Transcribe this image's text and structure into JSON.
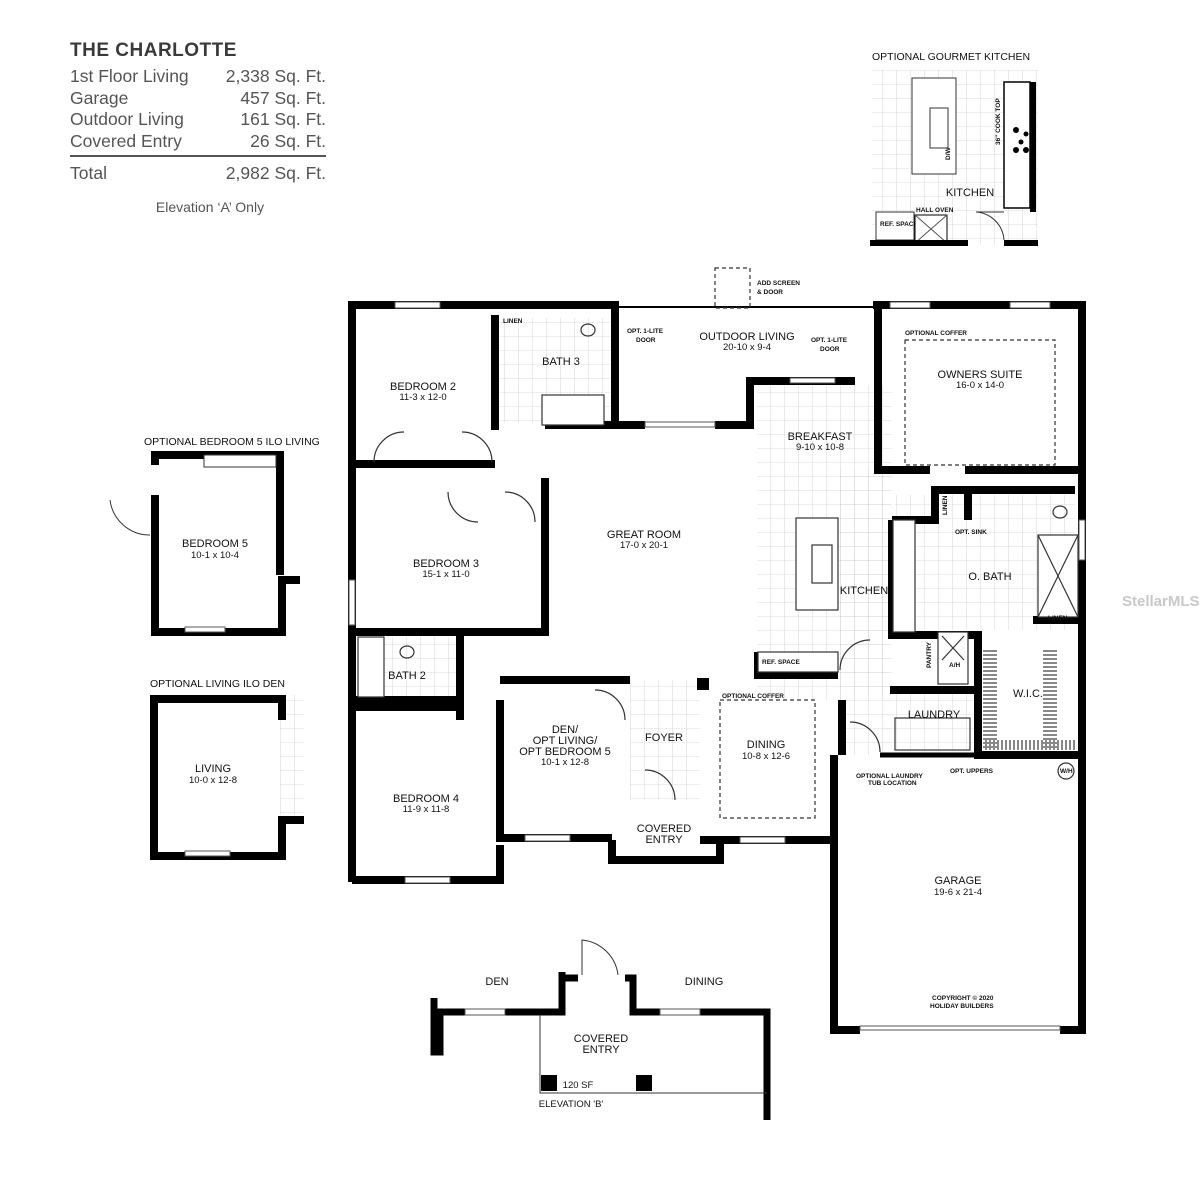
{
  "summary": {
    "title": "THE CHARLOTTE",
    "rows": [
      {
        "label": "1st Floor Living",
        "value": "2,338 Sq. Ft."
      },
      {
        "label": "Garage",
        "value": "457 Sq. Ft."
      },
      {
        "label": "Outdoor Living",
        "value": "161 Sq. Ft."
      },
      {
        "label": "Covered Entry",
        "value": "26 Sq. Ft."
      }
    ],
    "total": {
      "label": "Total",
      "value": "2,982 Sq. Ft."
    },
    "note": "Elevation ‘A’ Only"
  },
  "insets": {
    "gourmet_kitchen": {
      "title": "OPTIONAL GOURMET KITCHEN",
      "kitchen": "KITCHEN",
      "ref_space": "REF. SPACE",
      "hall_oven": "HALL OVEN",
      "cooktop": "36\" COOK TOP",
      "dw": "D/W"
    },
    "bedroom5": {
      "title": "OPTIONAL BEDROOM 5 ILO LIVING",
      "name": "BEDROOM 5",
      "dims": "10-1 x 10-4"
    },
    "living": {
      "title": "OPTIONAL LIVING ILO DEN",
      "name": "LIVING",
      "dims": "10-0 x 12-8"
    },
    "elevation_b": {
      "den": "DEN",
      "dining": "DINING",
      "covered_entry_1": "COVERED",
      "covered_entry_2": "ENTRY",
      "area": "120 SF",
      "label": "ELEVATION 'B'"
    }
  },
  "rooms": {
    "outdoor_living": {
      "name": "OUTDOOR LIVING",
      "dims": "20-10 x 9-4"
    },
    "owners_suite": {
      "name": "OWNERS SUITE",
      "dims": "16-0 x 14-0"
    },
    "bedroom2": {
      "name": "BEDROOM 2",
      "dims": "11-3 x 12-0"
    },
    "bath3": {
      "name": "BATH 3"
    },
    "breakfast": {
      "name": "BREAKFAST",
      "dims": "9-10 x 10-8"
    },
    "great_room": {
      "name": "GREAT ROOM",
      "dims": "17-0 x 20-1"
    },
    "bedroom3": {
      "name": "BEDROOM 3",
      "dims": "15-1 x 11-0"
    },
    "kitchen": {
      "name": "KITCHEN"
    },
    "obath": {
      "name": "O. BATH"
    },
    "bath2": {
      "name": "BATH 2"
    },
    "wic": {
      "name": "W.I.C."
    },
    "laundry": {
      "name": "LAUNDRY"
    },
    "den": {
      "name1": "DEN/",
      "name2": "OPT LIVING/",
      "name3": "OPT BEDROOM 5",
      "dims": "10-1 x 12-8"
    },
    "foyer": {
      "name": "FOYER"
    },
    "dining": {
      "name": "DINING",
      "dims": "10-8 x 12-6"
    },
    "bedroom4": {
      "name": "BEDROOM 4",
      "dims": "11-9 x 11-8"
    },
    "covered_entry": {
      "name1": "COVERED",
      "name2": "ENTRY"
    },
    "garage": {
      "name": "GARAGE",
      "dims": "19-6 x 21-4"
    }
  },
  "notes": {
    "add_screen_1": "ADD SCREEN",
    "add_screen_2": "& DOOR",
    "opt_door_1a": "OPT. 1-LITE",
    "opt_door_1b": "DOOR",
    "opt_door_2a": "OPT. 1-LITE",
    "opt_door_2b": "DOOR",
    "linen1": "LINEN",
    "linen2": "LINEN",
    "linen3": "LINEN",
    "opt_coffer1": "OPTIONAL COFFER",
    "opt_coffer2": "OPTIONAL COFFER",
    "opt_sink": "OPT. SINK",
    "ref_space": "REF. SPACE",
    "pantry": "PANTRY",
    "ah": "A/H",
    "wh": "W/H",
    "laundry_tub_1": "OPTIONAL LAUNDRY",
    "laundry_tub_2": "TUB LOCATION",
    "opt_uppers": "OPT. UPPERS",
    "copyright_1": "COPYRIGHT © 2020",
    "copyright_2": "HOLIDAY BUILDERS"
  },
  "watermark": "StellarMLS"
}
